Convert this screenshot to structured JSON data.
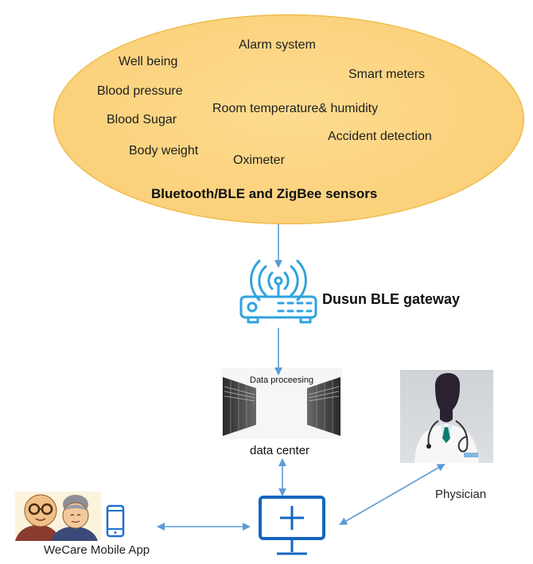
{
  "sensors_cloud": {
    "items": [
      "Alarm system",
      "Well being",
      "Smart meters",
      "Blood pressure",
      "Room temperature& humidity",
      "Blood Sugar",
      "Accident detection",
      "Body weight",
      "Oximeter"
    ],
    "title": "Bluetooth/BLE and ZigBee sensors",
    "fill_color": "#fbd17b"
  },
  "gateway": {
    "label": "Dusun BLE gateway",
    "icon": "wifi-router-icon",
    "icon_color": "#2fa3de"
  },
  "data_center": {
    "caption_top": "Data proceesing",
    "label": "data center",
    "icon": "server-racks-image"
  },
  "physician": {
    "label": "Physician",
    "icon": "doctor-silhouette-image"
  },
  "mobile_app": {
    "label": "WeCare Mobile App",
    "icons": [
      "elderly-couple-image",
      "smartphone-icon"
    ],
    "icon_color": "#1f6fd1"
  },
  "hub": {
    "icon": "medical-monitor-icon",
    "icon_color": "#1565c0"
  },
  "arrow_color": "#5b9bd5"
}
